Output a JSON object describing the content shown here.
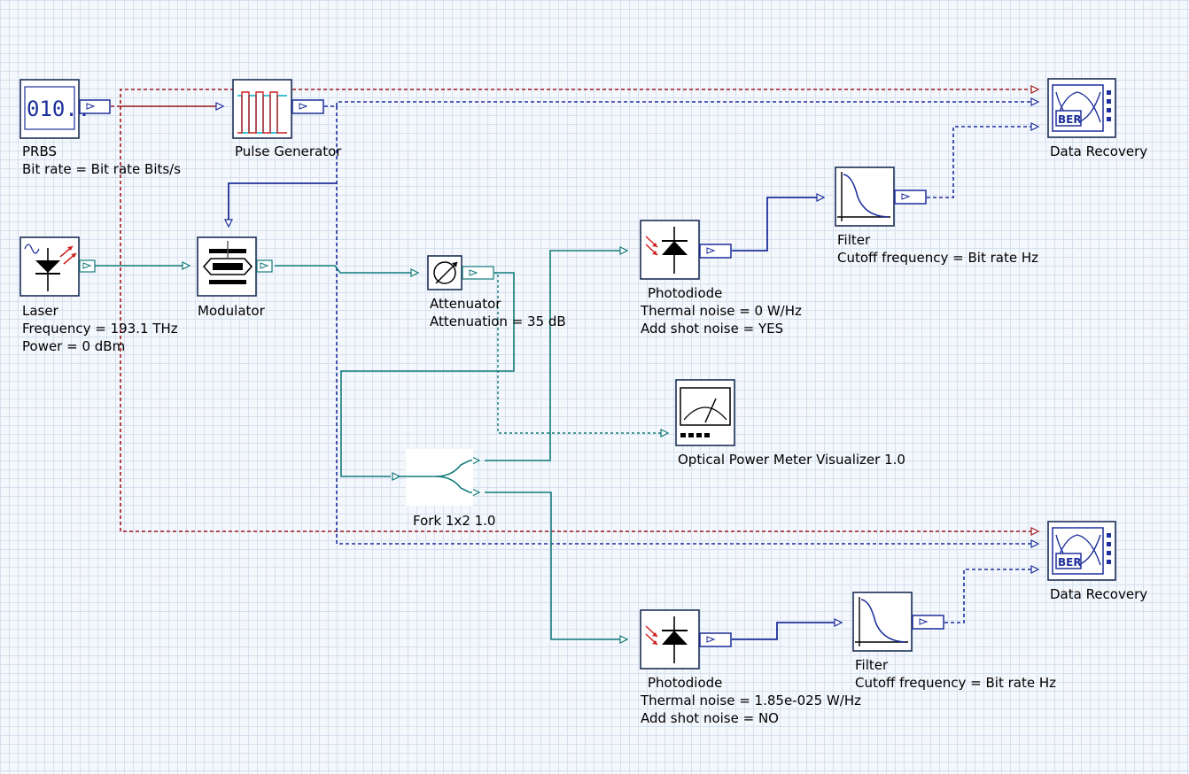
{
  "colors": {
    "optical_link": "#137b7b",
    "electrical_link": "#1d2f9b",
    "reference_link": "#a0191e",
    "component_border": "#1b2f55",
    "arrow_red": "#cc2020"
  },
  "components": {
    "prbs": {
      "name": "PRBS",
      "param1": "Bit rate = Bit rate  Bits/s",
      "display": "010.."
    },
    "pulse_generator": {
      "name": "Pulse Generator"
    },
    "laser": {
      "name": "Laser",
      "param1": "Frequency = 193.1  THz",
      "param2": "Power = 0  dBm"
    },
    "modulator": {
      "name": "Modulator"
    },
    "attenuator": {
      "name": "Attenuator",
      "param1": "Attenuation = 35  dB"
    },
    "fork": {
      "name": "Fork 1x2 1.0"
    },
    "photodiode_top": {
      "name": "Photodiode",
      "param1": "Thermal noise = 0  W/Hz",
      "param2": "Add shot noise = YES"
    },
    "photodiode_bottom": {
      "name": "Photodiode",
      "param1": "Thermal noise = 1.85e-025  W/Hz",
      "param2": "Add shot noise = NO"
    },
    "filter_top": {
      "name": "Filter",
      "param1": "Cutoff frequency = Bit rate  Hz"
    },
    "filter_bottom": {
      "name": "Filter",
      "param1": "Cutoff frequency = Bit rate  Hz"
    },
    "power_meter": {
      "name": "Optical Power Meter Visualizer 1.0"
    },
    "data_recovery_top": {
      "name": "Data Recovery",
      "badge": "BER"
    },
    "data_recovery_bottom": {
      "name": "Data Recovery",
      "badge": "BER"
    }
  }
}
